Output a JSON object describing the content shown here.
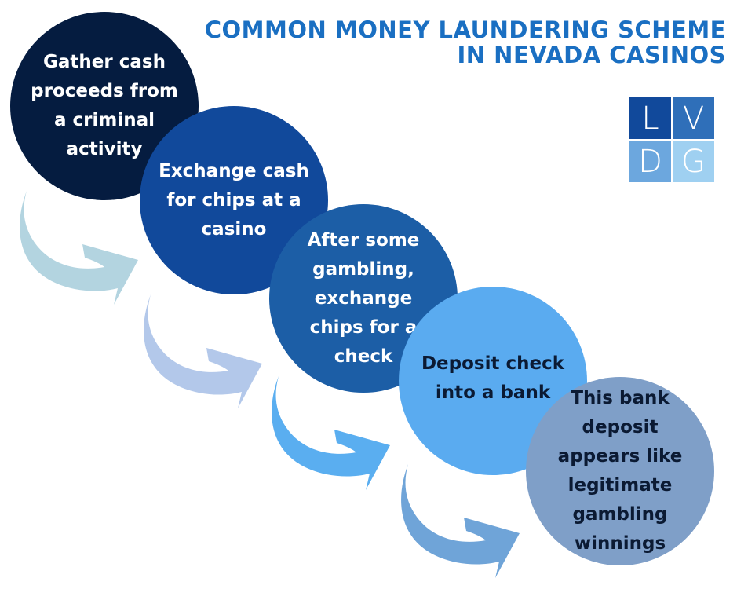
{
  "title": {
    "line1": "COMMON MONEY LAUNDERING SCHEME",
    "line2": "IN NEVADA CASINOS"
  },
  "logo": {
    "letters": [
      "L",
      "V",
      "D",
      "G"
    ],
    "colors": [
      "#11499b",
      "#2f6fb9",
      "#6ca7de",
      "#9fd0f1"
    ]
  },
  "steps": [
    {
      "text": "Gather cash proceeds from a criminal activity",
      "color": "#051c40"
    },
    {
      "text": "Exchange cash for chips at a casino",
      "color": "#11499b"
    },
    {
      "text": "After some gambling, exchange chips for a check",
      "color": "#1c5ea6"
    },
    {
      "text": "Deposit check into a bank",
      "color": "#5aabf0"
    },
    {
      "text": "This bank deposit appears like legitimate gambling winnings",
      "color": "#7f9fc8"
    }
  ],
  "arrow_colors": [
    "#b3d4e0",
    "#b3c8ea",
    "#5aaef0",
    "#6fa4d8"
  ],
  "title_color": "#1a6fc2"
}
